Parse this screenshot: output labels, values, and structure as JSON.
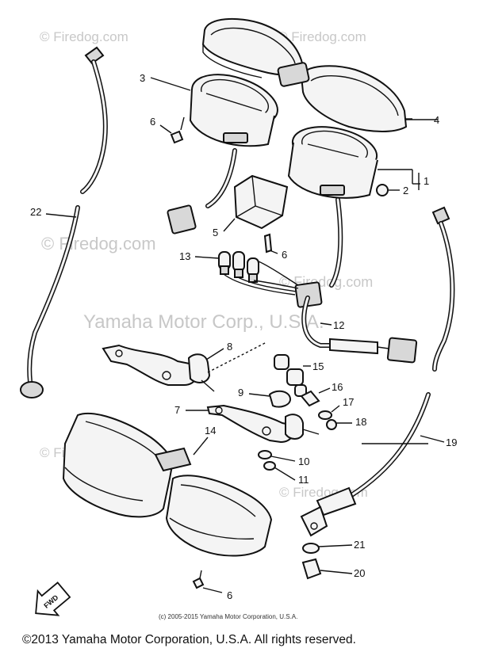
{
  "watermarks": {
    "brand": "© Firedog.com",
    "center": "Yamaha Motor Corp., U.S.A."
  },
  "callouts": [
    "1",
    "2",
    "3",
    "4",
    "5",
    "6",
    "7",
    "8",
    "9",
    "10",
    "11",
    "12",
    "13",
    "14",
    "15",
    "16",
    "17",
    "18",
    "19",
    "20",
    "21",
    "22"
  ],
  "direction_badge": "FWD",
  "footer": {
    "small_copyright": "(c) 2005-2015 Yamaha Motor Corporation, U.S.A.",
    "main_copyright": "©2013 Yamaha Motor Corporation, U.S.A. All rights reserved."
  },
  "colors": {
    "line": "#111111",
    "watermark": "#c8c8c8",
    "background": "#ffffff"
  }
}
